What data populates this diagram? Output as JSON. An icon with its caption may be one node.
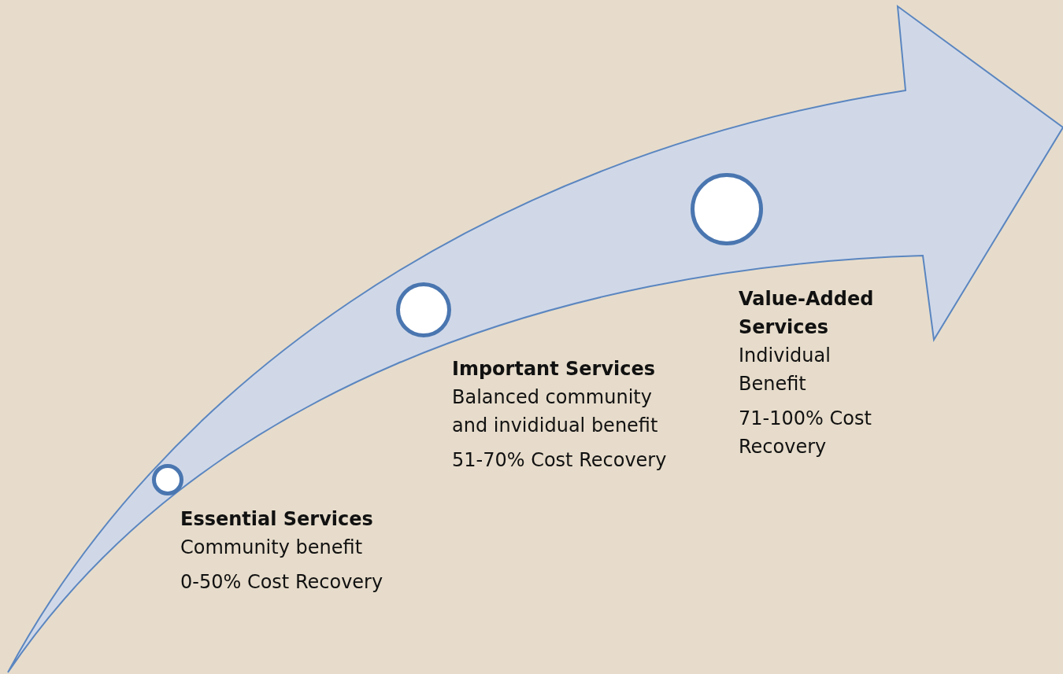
{
  "diagram": {
    "nodes": [
      {
        "text": [],
        "shape": "circle",
        "beside": [
          "Essential Services",
          "Community benefit",
          "0-50% Cost Recovery"
        ]
      },
      {
        "text": [],
        "shape": "circle",
        "beside": [
          "Important Services",
          "Balanced community and invididual benefit",
          "51-70% Cost Recovery"
        ]
      },
      {
        "text": [],
        "shape": "circle",
        "beside": [
          "Value-Added Services",
          "Individual Benefit",
          "71-100% Cost Recovery"
        ]
      }
    ]
  }
}
